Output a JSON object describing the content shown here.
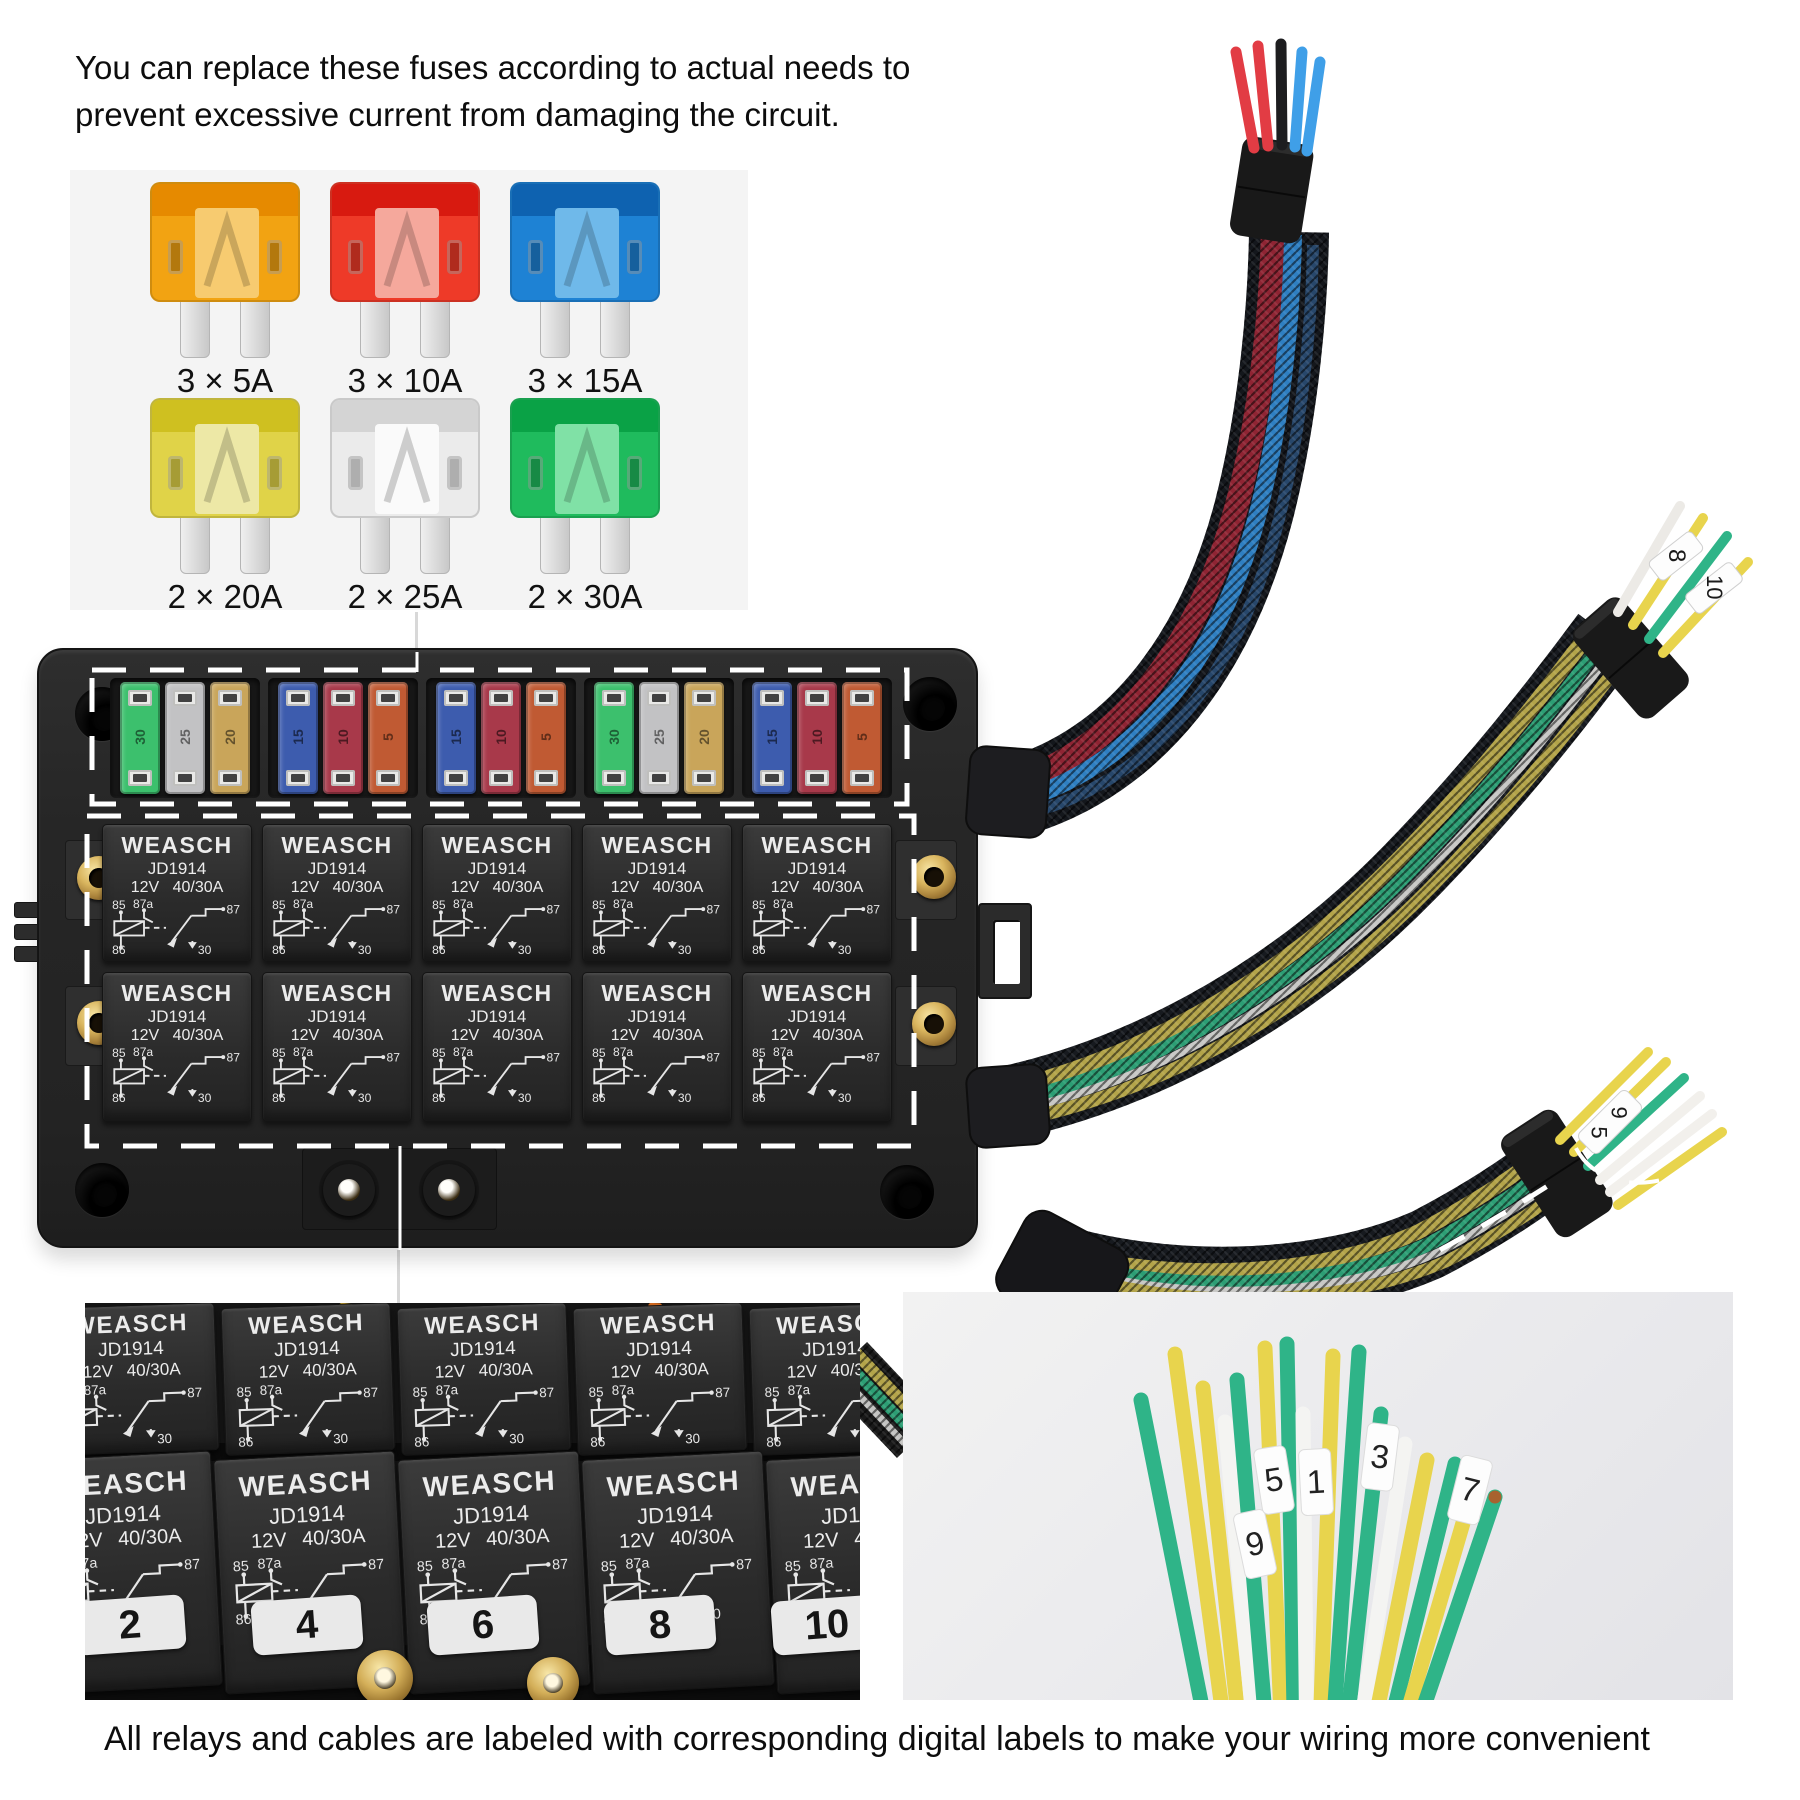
{
  "header": {
    "line1": "You can replace these fuses according to actual needs to",
    "line2": "prevent excessive current from damaging the circuit."
  },
  "fuse_chart": {
    "bg": "#f4f4f4",
    "items": [
      {
        "label": "3 × 5A",
        "cap": "#e68a00",
        "body": "#f2a312",
        "window": "#f7cb70"
      },
      {
        "label": "3 × 10A",
        "cap": "#d81a10",
        "body": "#ee3a28",
        "window": "#f5a89c"
      },
      {
        "label": "3 × 15A",
        "cap": "#0e62b0",
        "body": "#1e82d4",
        "window": "#6fb9ea"
      },
      {
        "label": "2 × 20A",
        "cap": "#cfc020",
        "body": "#e0d348",
        "window": "#ede8a6"
      },
      {
        "label": "2 × 25A",
        "cap": "#d4d4d4",
        "body": "#ebebeb",
        "window": "#fafafa"
      },
      {
        "label": "2 × 30A",
        "cap": "#0aa246",
        "body": "#1fbb5d",
        "window": "#80e1a6"
      }
    ]
  },
  "relay_box": {
    "relay": {
      "brand": "WEASCH",
      "model": "JD1914",
      "rating": "12V 40/30A",
      "pins": {
        "a": "85",
        "b": "87a",
        "c": "87",
        "d": "86",
        "e": "30"
      }
    },
    "fuse_modules": [
      [
        {
          "v": "30",
          "c": "#3cc06d",
          "t": "rgba(0,0,0,0.5)"
        },
        {
          "v": "25",
          "c": "#c2c2c4",
          "t": "rgba(0,0,0,0.5)"
        },
        {
          "v": "20",
          "c": "#c9a55a",
          "t": "rgba(0,0,0,0.5)"
        }
      ],
      [
        {
          "v": "15",
          "c": "#3d5cae",
          "t": "rgba(0,0,0,0.55)"
        },
        {
          "v": "10",
          "c": "#a8394a",
          "t": "rgba(0,0,0,0.55)"
        },
        {
          "v": "5",
          "c": "#c05a33",
          "t": "rgba(0,0,0,0.5)"
        }
      ],
      [
        {
          "v": "15",
          "c": "#3d5cae",
          "t": "rgba(0,0,0,0.55)"
        },
        {
          "v": "10",
          "c": "#a8394a",
          "t": "rgba(0,0,0,0.55)"
        },
        {
          "v": "5",
          "c": "#c05a33",
          "t": "rgba(0,0,0,0.5)"
        }
      ],
      [
        {
          "v": "30",
          "c": "#3cc06d",
          "t": "rgba(0,0,0,0.5)"
        },
        {
          "v": "25",
          "c": "#c2c2c4",
          "t": "rgba(0,0,0,0.5)"
        },
        {
          "v": "20",
          "c": "#c9a55a",
          "t": "rgba(0,0,0,0.5)"
        }
      ],
      [
        {
          "v": "15",
          "c": "#3d5cae",
          "t": "rgba(0,0,0,0.55)"
        },
        {
          "v": "10",
          "c": "#a8394a",
          "t": "rgba(0,0,0,0.55)"
        },
        {
          "v": "5",
          "c": "#c05a33",
          "t": "rgba(0,0,0,0.5)"
        }
      ]
    ]
  },
  "photo_left": {
    "labels": [
      "2",
      "4",
      "6",
      "8",
      "10"
    ]
  },
  "photo_right": {
    "labels": [
      "9",
      "5",
      "1",
      "3",
      "7"
    ],
    "wire_colors": [
      "g",
      "y",
      "y",
      "w",
      "g",
      "y",
      "g",
      "w",
      "y",
      "g",
      "g",
      "w",
      "y",
      "g",
      "y",
      "g"
    ]
  },
  "cables": {
    "cable1": {
      "tip_wires": [
        "#e23c44",
        "#e23c44",
        "#1d1d1f",
        "#3f9fe8",
        "#3f9fe8"
      ]
    },
    "cable2": {
      "labels": [
        "8",
        "10"
      ],
      "tip_wires": [
        "#eceae6",
        "#e8d44d",
        "#2fb488",
        "#e8d44d"
      ]
    },
    "cable3": {
      "labels": [
        "9",
        "5"
      ],
      "tip_wires": [
        "#e8d44d",
        "#e8d44d",
        "#2fb488",
        "#f2f0ec",
        "#f2f0ec",
        "#e8d44d"
      ]
    }
  },
  "footer": {
    "caption": "All relays and cables are labeled with corresponding digital labels to make your wiring more convenient"
  },
  "palette": {
    "box": "#262626",
    "brass": "#c9a24a",
    "braid_base": "#171a1f",
    "braid_red": "#8f2433",
    "braid_blue": "#2e7fc2",
    "braid_yellow": "#b3a449",
    "braid_green": "#2c9e74",
    "braid_white": "#c8c8c6",
    "wire_green": "#2fb488",
    "wire_yellow": "#e8d44d",
    "wire_white": "#f4f4f2",
    "copper": "#a8622f"
  }
}
